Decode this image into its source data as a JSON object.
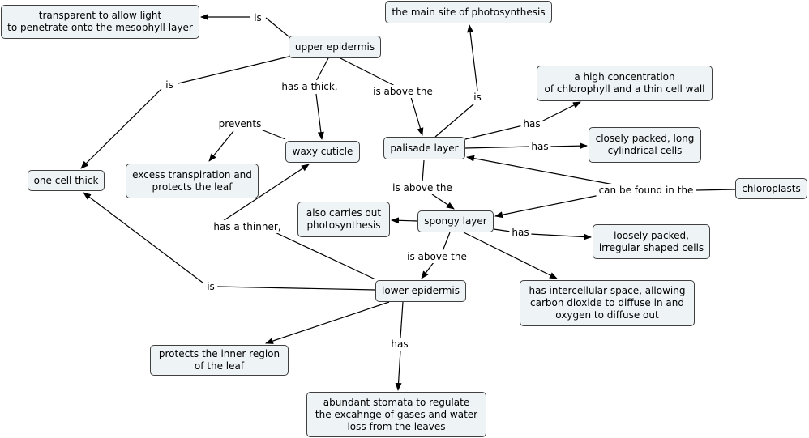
{
  "nodes": {
    "transparent": "transparent to allow light\nto penetrate onto the mesophyll layer",
    "upper_epidermis": "upper epidermis",
    "main_site": "the main site of photosynthesis",
    "high_conc": "a high concentration\nof chlorophyll and a thin cell wall",
    "closely_packed": "closely packed, long\ncylindrical cells",
    "waxy_cuticle": "waxy cuticle",
    "palisade": "palisade layer",
    "one_cell_thick": "one cell thick",
    "excess_transpiration": "excess transpiration and\nprotects the leaf",
    "chloroplasts": "chloroplasts",
    "also_carries": "also carries out\nphotosynthesis",
    "spongy": "spongy layer",
    "loosely_packed": "loosely packed,\nirregular shaped cells",
    "lower_epidermis": "lower epidermis",
    "intercellular": "has intercellular space, allowing\ncarbon dioxide to diffuse in and\noxygen to diffuse out",
    "protects_inner": "protects the inner region\nof the leaf",
    "stomata": "abundant stomata to regulate\nthe excahnge of gases and water\nloss from the leaves"
  },
  "labels": {
    "is_upper_transparent": "is",
    "is_upper_one_cell": "is",
    "has_thick": "has a thick,",
    "is_above_upper": "is above the",
    "is_palisade_main": "is",
    "has_palisade_conc": "has",
    "has_palisade_packed": "has",
    "prevents": "prevents",
    "is_above_palisade": "is above the",
    "can_be_found": "can be found in the",
    "has_a_thinner": "has a thinner,",
    "has_spongy_loose": "has",
    "is_above_spongy": "is above the",
    "is_lower_one_cell": "is",
    "has_lower_stomata": "has"
  },
  "colors": {
    "node_fill": "#eef3f6",
    "node_border": "#3f3f3f",
    "line": "#000000"
  }
}
